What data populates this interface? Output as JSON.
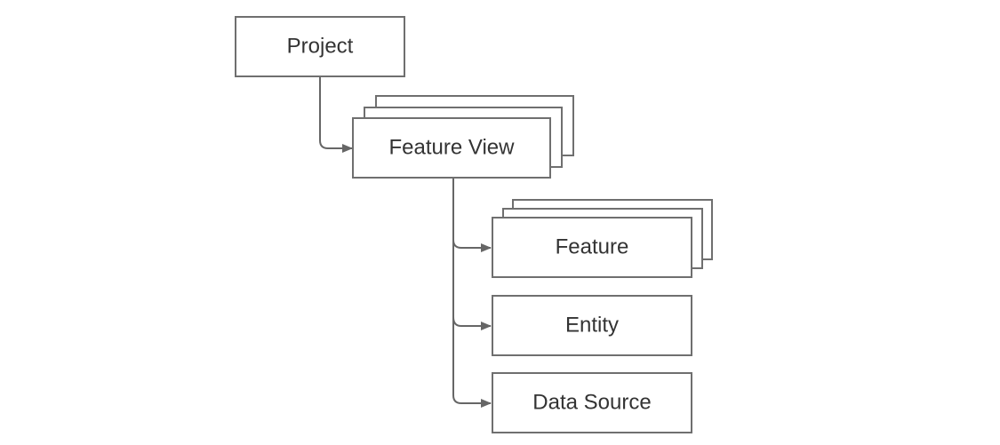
{
  "diagram": {
    "nodes": {
      "project": {
        "label": "Project",
        "stacked": false
      },
      "feature_view": {
        "label": "Feature View",
        "stacked": true
      },
      "feature": {
        "label": "Feature",
        "stacked": true
      },
      "entity": {
        "label": "Entity",
        "stacked": false
      },
      "data_source": {
        "label": "Data Source",
        "stacked": false
      }
    },
    "edges": [
      {
        "from": "Project",
        "to": "Feature View"
      },
      {
        "from": "Feature View",
        "to": "Feature"
      },
      {
        "from": "Feature View",
        "to": "Entity"
      },
      {
        "from": "Feature View",
        "to": "Data Source"
      }
    ],
    "colors": {
      "box_stroke": "#6f6f6f",
      "connector": "#666666",
      "text": "#333333",
      "background": "#ffffff"
    }
  }
}
